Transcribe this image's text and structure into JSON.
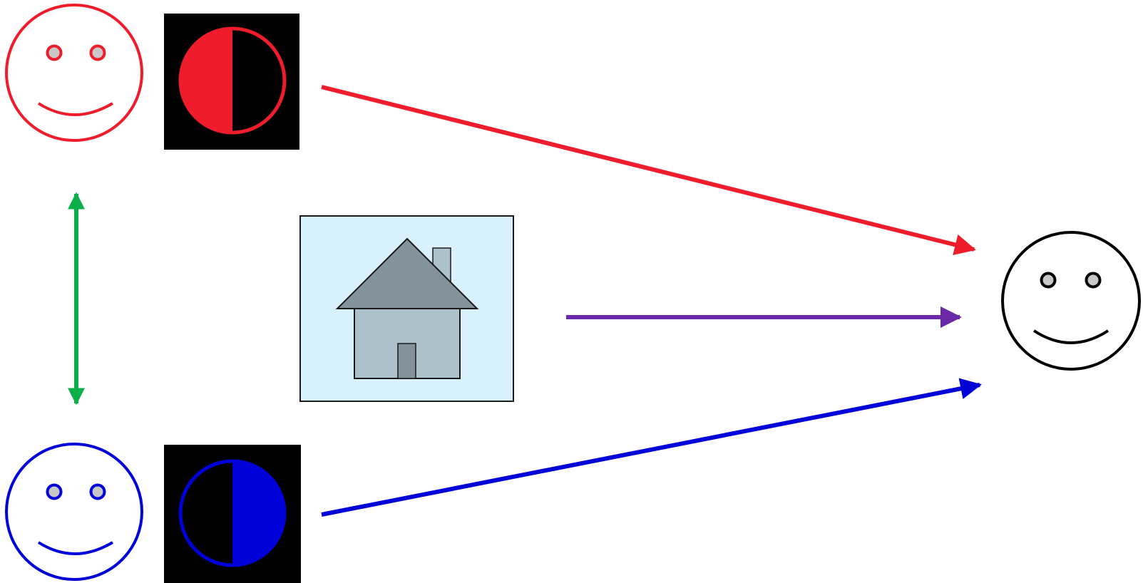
{
  "colors": {
    "background": "#ffffff",
    "red": "#ef1c2b",
    "blue": "#0000d8",
    "black": "#000000",
    "green": "#0aaf4a",
    "purple": "#6a2aa8",
    "eye_fill": "#c8c8c8",
    "house_panel_fill": "#d9f1fc",
    "house_roof": "#84929a",
    "house_wall": "#adc1ca",
    "house_door": "#84929a",
    "outline": "#1a1a1a"
  },
  "actors": [
    {
      "id": "red-person",
      "color_key": "red",
      "icon": "smiley-face-icon"
    },
    {
      "id": "blue-person",
      "color_key": "blue",
      "icon": "smiley-face-icon"
    },
    {
      "id": "target-person",
      "color_key": "black",
      "icon": "smiley-face-icon"
    }
  ],
  "tokens": [
    {
      "id": "red-half-disk",
      "color_key": "red",
      "icon": "half-filled-circle-icon",
      "filled_side": "left"
    },
    {
      "id": "blue-half-disk",
      "color_key": "blue",
      "icon": "half-filled-circle-icon",
      "filled_side": "right"
    }
  ],
  "home": {
    "icon": "house-icon"
  },
  "connections": [
    {
      "id": "red-to-target",
      "from": "red-person",
      "to": "target-person",
      "color_key": "red",
      "arrowheads": "end"
    },
    {
      "id": "home-to-target",
      "from": "home",
      "to": "target-person",
      "color_key": "purple",
      "arrowheads": "end"
    },
    {
      "id": "blue-to-target",
      "from": "blue-person",
      "to": "target-person",
      "color_key": "blue",
      "arrowheads": "end"
    },
    {
      "id": "red-blue-link",
      "from": "red-person",
      "to": "blue-person",
      "color_key": "green",
      "arrowheads": "both"
    }
  ]
}
